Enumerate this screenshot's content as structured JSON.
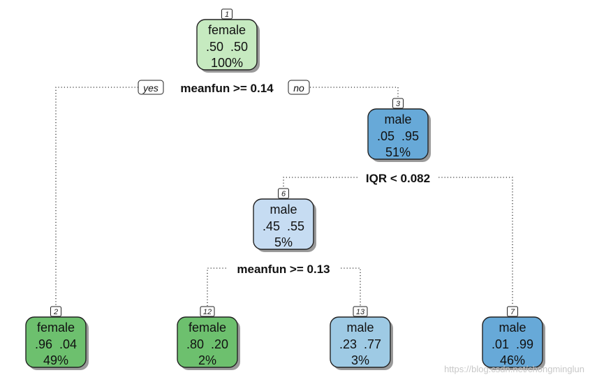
{
  "colors": {
    "female_light": "#c6eac0",
    "female_dark": "#6dc06e",
    "male_dark": "#67a9d8",
    "male_light": "#c6dcf2",
    "male_mid": "#9ecae4"
  },
  "nodes": [
    {
      "id": "1",
      "class": "female",
      "probs": ".50  .50",
      "pct": "100%",
      "color": "#c6eac0"
    },
    {
      "id": "3",
      "class": "male",
      "probs": ".05  .95",
      "pct": "51%",
      "color": "#67a9d8"
    },
    {
      "id": "6",
      "class": "male",
      "probs": ".45  .55",
      "pct": "5%",
      "color": "#c6dcf2"
    },
    {
      "id": "2",
      "class": "female",
      "probs": ".96  .04",
      "pct": "49%",
      "color": "#6dc06e"
    },
    {
      "id": "12",
      "class": "female",
      "probs": ".80  .20",
      "pct": "2%",
      "color": "#6dc06e"
    },
    {
      "id": "13",
      "class": "male",
      "probs": ".23  .77",
      "pct": "3%",
      "color": "#9ecae4"
    },
    {
      "id": "7",
      "class": "male",
      "probs": ".01  .99",
      "pct": "46%",
      "color": "#67a9d8"
    }
  ],
  "splits": [
    {
      "label": "meanfun >= 0.14"
    },
    {
      "label": "IQR < 0.082"
    },
    {
      "label": "meanfun >= 0.13"
    }
  ],
  "branch_labels": {
    "yes": "yes",
    "no": "no"
  },
  "watermark": "https://blog.csdn.net/chongminglun"
}
